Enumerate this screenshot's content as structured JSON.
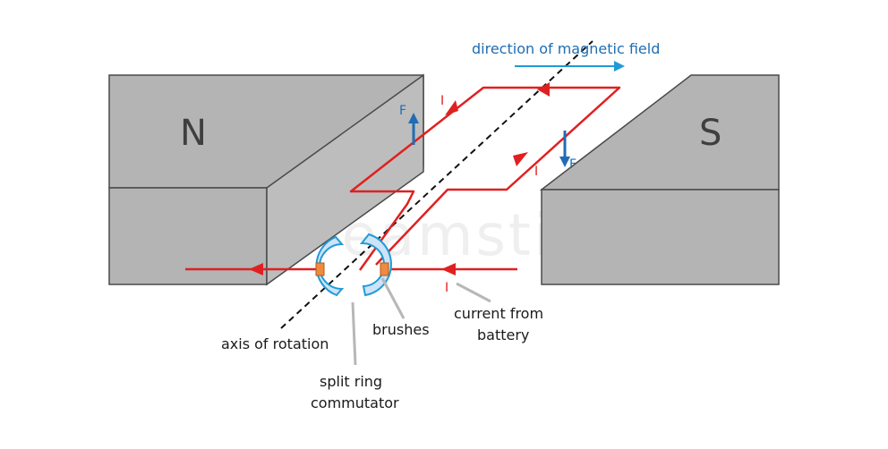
{
  "magnets": {
    "north_label": "N",
    "south_label": "S"
  },
  "field": {
    "label": "direction of magnetic field"
  },
  "forces": {
    "top_label": "F",
    "bottom_label": "F"
  },
  "current": {
    "label_loop_left": "I",
    "label_loop_right": "I",
    "label_input": "I"
  },
  "labels": {
    "axis": "axis  of rotation",
    "brushes": "brushes",
    "current_line1": "current from",
    "current_line2": "battery",
    "commutator_line1": "split ring",
    "commutator_line2": "commutator"
  },
  "watermark": "dreamstime",
  "colors": {
    "magnet_fill": "#b4b4b4",
    "magnet_stroke": "#4a4a4a",
    "wire": "#e02020",
    "field": "#1f9bd7",
    "force": "#1f6db3",
    "commutator": "#cde3f7",
    "brush": "#f08a3c",
    "leader": "#b7b7b7"
  }
}
